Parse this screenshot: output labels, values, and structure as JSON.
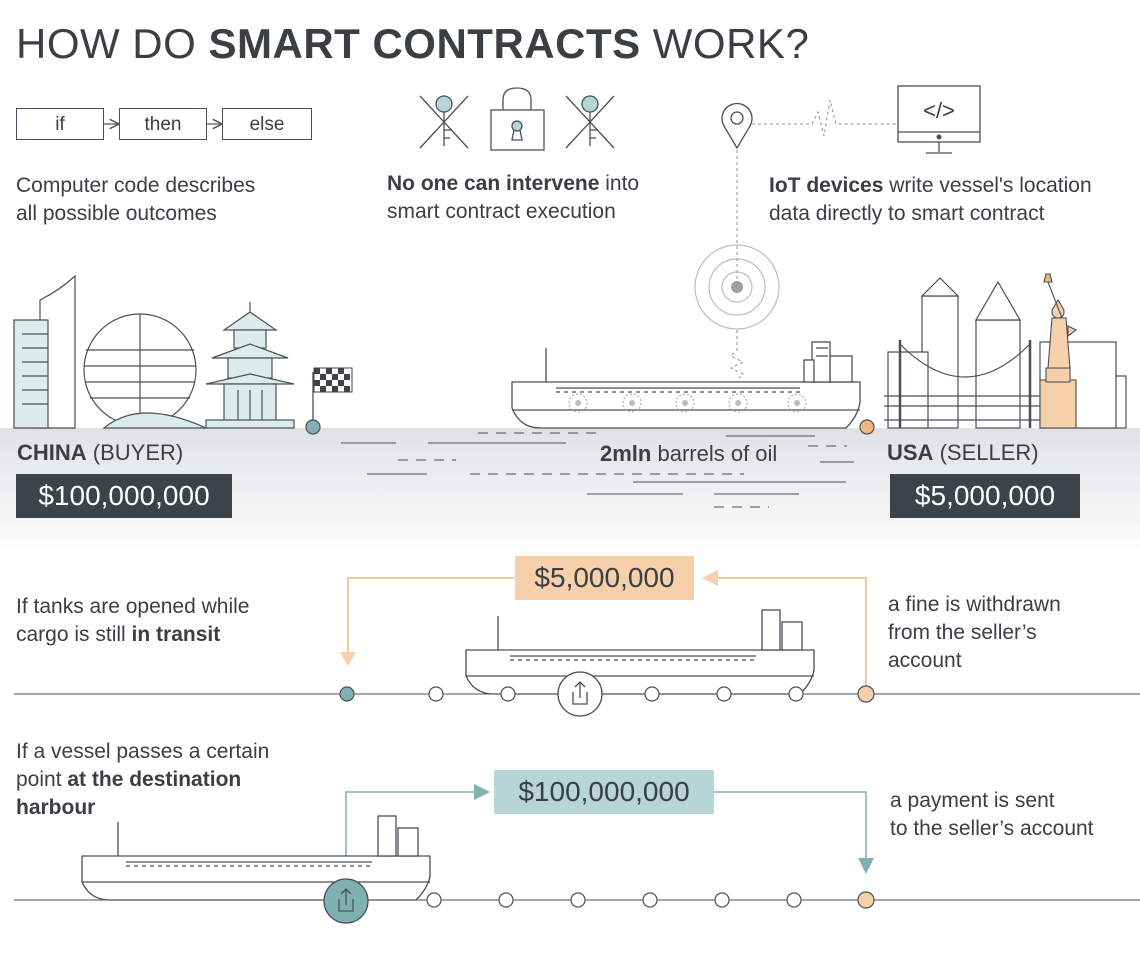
{
  "title": {
    "prefix": "HOW DO ",
    "bold": "SMART CONTRACTS",
    "suffix": " WORK?"
  },
  "logic": {
    "if": "if",
    "then": "then",
    "else": "else"
  },
  "code_caption": {
    "line1": "Computer code describes",
    "line2": "all possible outcomes"
  },
  "intervene_caption": {
    "bold": "No one can intervene",
    "rest1": " into",
    "line2": "smart contract execution"
  },
  "iot_caption": {
    "bold": "IoT devices",
    "rest1": " write vessel's location",
    "line2": "data directly to smart contract"
  },
  "code_icon": "</>",
  "buyer": {
    "country": "CHINA",
    "role": " (BUYER)",
    "amount": "$100,000,000"
  },
  "seller": {
    "country": "USA",
    "role": " (SELLER)",
    "amount": "$5,000,000"
  },
  "cargo": {
    "bold": "2mln",
    "rest": " barrels of oil"
  },
  "scenario1": {
    "line1": "If tanks are opened while",
    "line2_plain": "cargo is still ",
    "line2_bold": "in transit",
    "amount": "$5,000,000",
    "result_line1": "a fine is withdrawn",
    "result_line2": "from the seller’s",
    "result_line3": "account"
  },
  "scenario2": {
    "line1": "If a vessel passes a certain",
    "line2_plain": "point ",
    "line2_bold": "at the destination",
    "line3_bold": "harbour",
    "amount": "$100,000,000",
    "result_line1": "a payment is sent",
    "result_line2": "to the seller’s account"
  },
  "colors": {
    "teal": "#7fb0b2",
    "teal_light": "#b6d5d6",
    "peach": "#f6d0aa",
    "peach_dark": "#f0b57e",
    "dark": "#3d4349",
    "line": "#4a5057"
  },
  "icons": [
    "crossed-key-icon",
    "padlock-icon",
    "location-pin-icon",
    "monitor-code-icon",
    "checkered-flag-icon",
    "share-icon"
  ]
}
